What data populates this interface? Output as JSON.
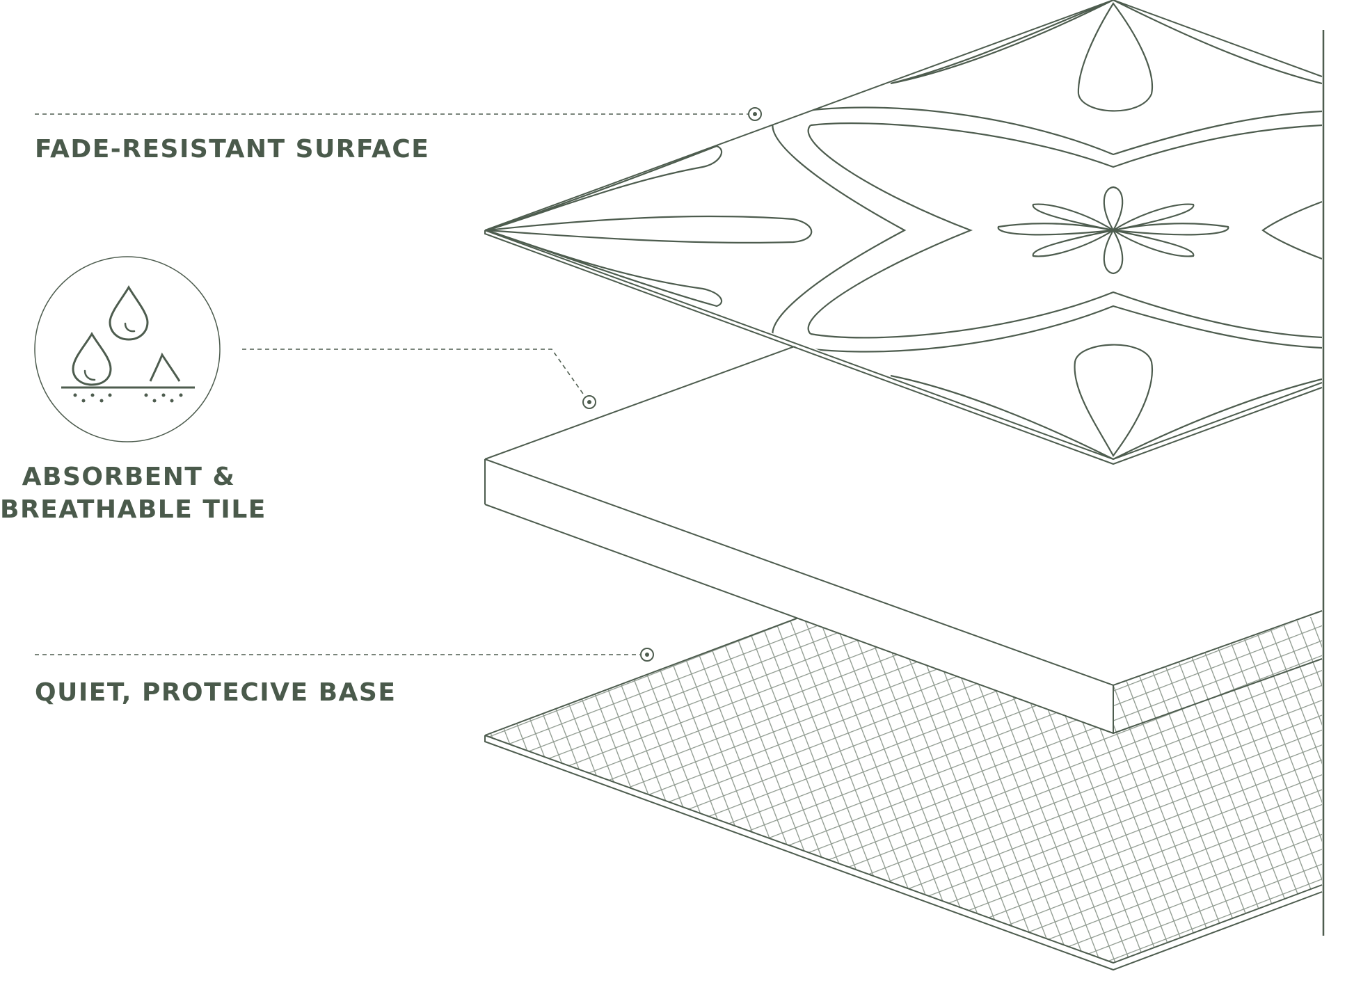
{
  "layers": [
    {
      "id": "surface",
      "label": "FADE-RESISTANT SURFACE"
    },
    {
      "id": "tile",
      "label_lines": [
        "ABSORBENT &",
        "BREATHABLE TILE"
      ]
    },
    {
      "id": "base",
      "label": "QUIET, PROTECIVE BASE"
    }
  ],
  "icons": {
    "tile_badge": "water-drops-absorbing-icon",
    "callout_marker": "target-dot-icon"
  },
  "colors": {
    "line": "#4d5c4e",
    "text": "#4a5a4b",
    "mesh": "#8c978c",
    "background": "#ffffff"
  }
}
